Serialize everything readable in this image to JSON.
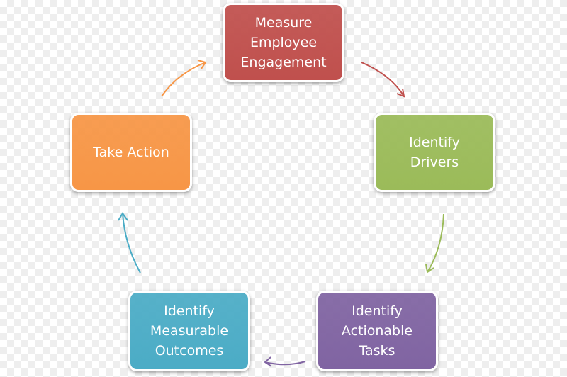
{
  "nodes": [
    {
      "id": "measure",
      "label": "Measure\nEmployee\nEngagement",
      "color": "#c0504d"
    },
    {
      "id": "drivers",
      "label": "Identify\nDrivers",
      "color": "#9bbb59"
    },
    {
      "id": "tasks",
      "label": "Identify\nActionable\nTasks",
      "color": "#8064a2"
    },
    {
      "id": "outcomes",
      "label": "Identify\nMeasurable\nOutcomes",
      "color": "#4bacc6"
    },
    {
      "id": "action",
      "label": "Take Action",
      "color": "#f79646"
    }
  ],
  "edges": [
    {
      "from": "measure",
      "to": "drivers",
      "color": "#c0504d"
    },
    {
      "from": "drivers",
      "to": "tasks",
      "color": "#9bbb59"
    },
    {
      "from": "tasks",
      "to": "outcomes",
      "color": "#8064a2"
    },
    {
      "from": "outcomes",
      "to": "action",
      "color": "#4bacc6"
    },
    {
      "from": "action",
      "to": "measure",
      "color": "#f79646"
    }
  ]
}
